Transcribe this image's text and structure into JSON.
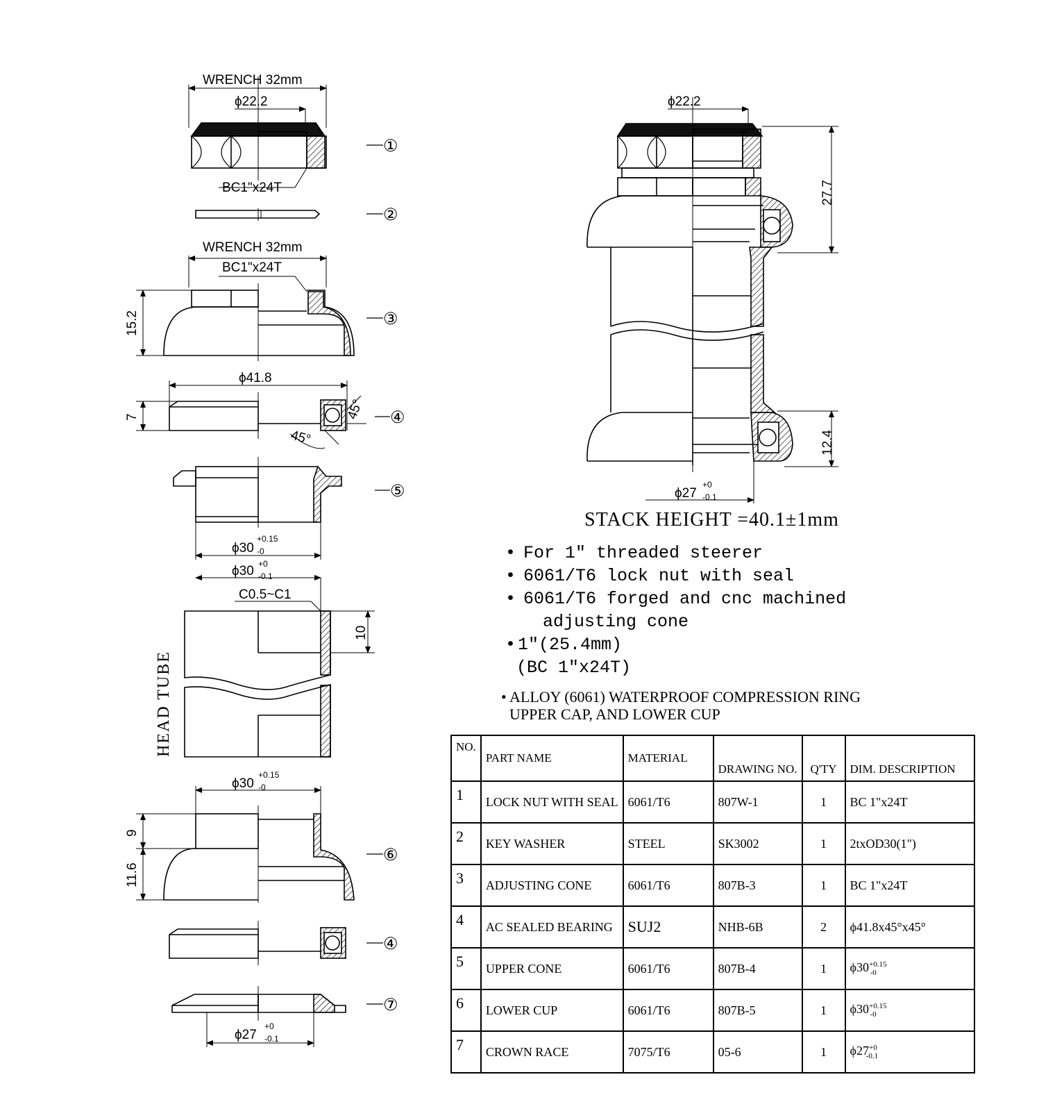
{
  "dimensions": {
    "wrench_top": "WRENCH 32mm",
    "dia_top": "ϕ22.2",
    "thread_top": "BC1\"x24T",
    "wrench_cone": "WRENCH 32mm",
    "thread_cone": "BC1\"x24T",
    "h_cone": "15.2",
    "dia_bearing": "ϕ41.8",
    "h_bearing": "7",
    "angle_a": "45°",
    "angle_b": "45°",
    "dia_upper_cone": "ϕ30",
    "dia_upper_cone_sup": "+0.15",
    "dia_upper_cone_sub": "-0",
    "dia_tube": "ϕ30",
    "dia_tube_sup": "+0",
    "dia_tube_sub": "-0.1",
    "chamfer": "C0.5~C1",
    "h_tube": "10",
    "head_tube": "HEAD TUBE",
    "dia_lower_cup": "ϕ30",
    "dia_lower_cup_sup": "+0.15",
    "dia_lower_cup_sub": "-0",
    "h_lower_a": "9",
    "h_lower_b": "11.6",
    "dia_crown": "ϕ27",
    "dia_crown_sup": "+0",
    "dia_crown_sub": "-0.1",
    "asm_dia_top": "ϕ22.2",
    "asm_h_top": "27.7",
    "asm_h_bottom": "12.4",
    "asm_dia_bottom": "ϕ27",
    "asm_dia_bottom_sup": "+0",
    "asm_dia_bottom_sub": "-0.1"
  },
  "callouts": [
    "①",
    "②",
    "③",
    "④",
    "⑤",
    "⑥",
    "④",
    "⑦"
  ],
  "stack_height": "STACK HEIGHT =40.1±1mm",
  "features": [
    "For 1\" threaded steerer",
    "6061/T6 lock nut with seal",
    "6061/T6 forged and cnc machined",
    "adjusting cone",
    "1\"(25.4mm)",
    "(BC 1\"x24T)"
  ],
  "feature_note": {
    "line1": "ALLOY (6061) WATERPROOF COMPRESSION RING",
    "line2": "UPPER CAP, AND LOWER CUP"
  },
  "table": {
    "headers": {
      "no": "NO.",
      "part_name": "PART NAME",
      "material": "MATERIAL",
      "drawing_no": "DRAWING NO.",
      "qty": "Q'TY",
      "dim": "DIM. DESCRIPTION"
    },
    "rows": [
      {
        "no": "1",
        "name": "LOCK NUT WITH SEAL",
        "material": "6061/T6",
        "drawing": "807W-1",
        "qty": "1",
        "dim": "BC 1\"x24T"
      },
      {
        "no": "2",
        "name": "KEY WASHER",
        "material": "STEEL",
        "drawing": "SK3002",
        "qty": "1",
        "dim": "2txOD30(1\")"
      },
      {
        "no": "3",
        "name": "ADJUSTING CONE",
        "material": "6061/T6",
        "drawing": "807B-3",
        "qty": "1",
        "dim": "BC 1\"x24T"
      },
      {
        "no": "4",
        "name": "AC SEALED BEARING",
        "material": "SUJ2",
        "drawing": "NHB-6B",
        "qty": "2",
        "dim": "ϕ41.8x45°x45°"
      },
      {
        "no": "5",
        "name": "UPPER CONE",
        "material": "6061/T6",
        "drawing": "807B-4",
        "qty": "1",
        "dim": "ϕ30",
        "dim_sup": "+0.15",
        "dim_sub": "-0"
      },
      {
        "no": "6",
        "name": "LOWER CUP",
        "material": "6061/T6",
        "drawing": "807B-5",
        "qty": "1",
        "dim": "ϕ30",
        "dim_sup": "+0.15",
        "dim_sub": "-0"
      },
      {
        "no": "7",
        "name": "CROWN RACE",
        "material": "7075/T6",
        "drawing": "05-6",
        "qty": "1",
        "dim": "ϕ27",
        "dim_sup": "+0",
        "dim_sub": "-0.1"
      }
    ]
  }
}
